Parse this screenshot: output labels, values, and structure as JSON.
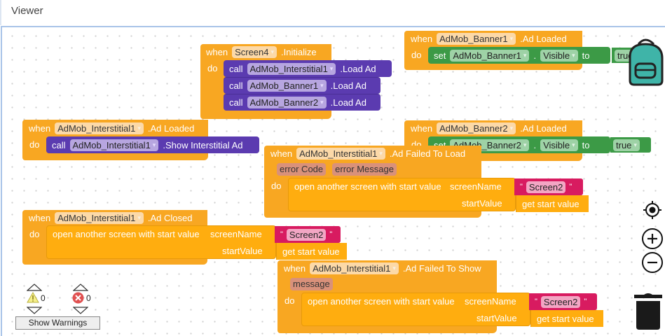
{
  "header": {
    "title": "Viewer"
  },
  "blocks": {
    "screen_init": {
      "when": "when",
      "component": "Screen4",
      "event": ".Initialize",
      "do": "do",
      "calls": [
        {
          "call": "call",
          "component": "AdMob_Interstitial1",
          "method": ".Load Ad"
        },
        {
          "call": "call",
          "component": "AdMob_Banner1",
          "method": ".Load Ad"
        },
        {
          "call": "call",
          "component": "AdMob_Banner2",
          "method": ".Load Ad"
        }
      ]
    },
    "banner1_loaded": {
      "when": "when",
      "component": "AdMob_Banner1",
      "event": ".Ad Loaded",
      "do": "do",
      "set": "set",
      "target": "AdMob_Banner1",
      "dot": ".",
      "property": "Visible",
      "to": "to",
      "value": "true"
    },
    "inter_loaded": {
      "when": "when",
      "component": "AdMob_Interstitial1",
      "event": ".Ad Loaded",
      "do": "do",
      "call": "call",
      "target": "AdMob_Interstitial1",
      "method": ".Show Interstitial Ad"
    },
    "banner2_loaded": {
      "when": "when",
      "component": "AdMob_Banner2",
      "event": ".Ad Loaded",
      "do": "do",
      "set": "set",
      "target": "AdMob_Banner2",
      "dot": ".",
      "property": "Visible",
      "to": "to",
      "value": "true"
    },
    "inter_failed_load": {
      "when": "when",
      "component": "AdMob_Interstitial1",
      "event": ".Ad Failed To Load",
      "do": "do",
      "params": [
        "error Code",
        "error Message"
      ],
      "action": "open another screen with start value",
      "screen_name_label": "screenName",
      "screen_name": "Screen2",
      "start_value_label": "startValue",
      "start_value": "get start value"
    },
    "inter_closed": {
      "when": "when",
      "component": "AdMob_Interstitial1",
      "event": ".Ad Closed",
      "do": "do",
      "action": "open another screen with start value",
      "screen_name_label": "screenName",
      "screen_name": "Screen2",
      "start_value_label": "startValue",
      "start_value": "get start value"
    },
    "inter_failed_show": {
      "when": "when",
      "component": "AdMob_Interstitial1",
      "event": ".Ad Failed To Show",
      "do": "do",
      "params": [
        "message"
      ],
      "action": "open another screen with start value",
      "screen_name_label": "screenName",
      "screen_name": "Screen2",
      "start_value_label": "startValue",
      "start_value": "get start value"
    }
  },
  "warnings": {
    "warning_count": "0",
    "error_count": "0",
    "button_label": "Show Warnings"
  },
  "dropdown_glyph": "▾",
  "quote_glyph": "\""
}
